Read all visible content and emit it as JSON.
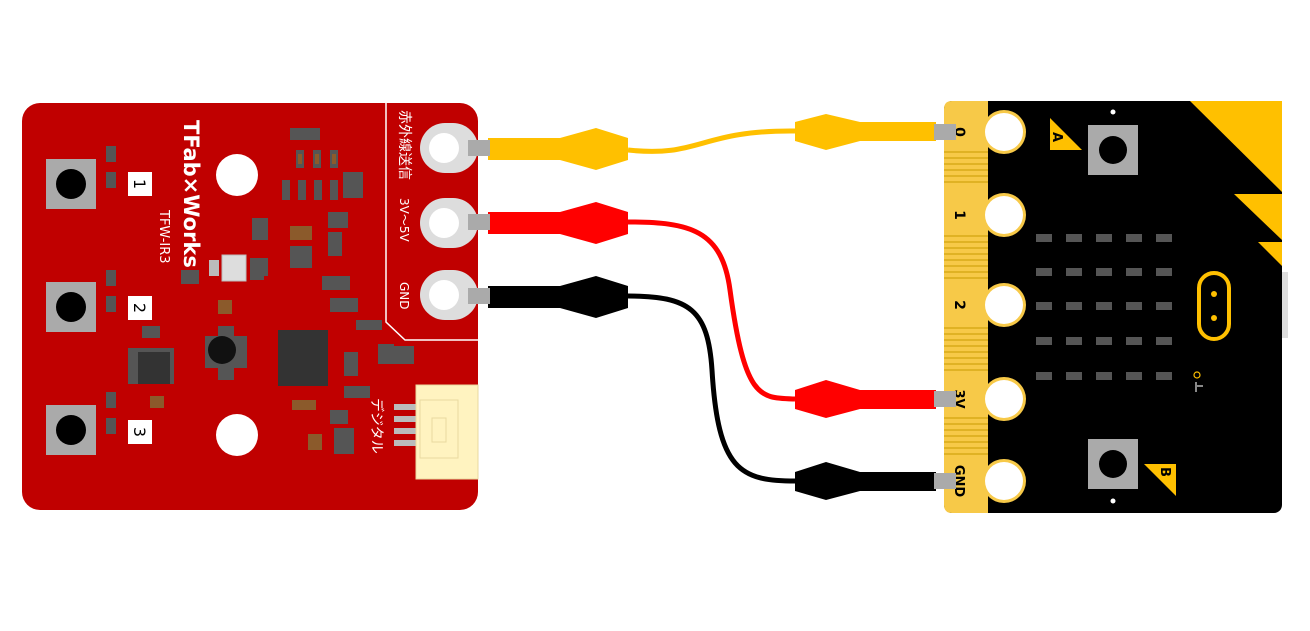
{
  "ir_board": {
    "brand": "TFab×Works",
    "model": "TFW-IR3",
    "header_label": "赤外線送信",
    "voltage_label": "3V〜5V",
    "gnd_label": "GND",
    "digital_label": "デジタル",
    "led_numbers": [
      "1",
      "2",
      "3"
    ],
    "board_color": "#c00000"
  },
  "microbit": {
    "pins": [
      "0",
      "1",
      "2",
      "3V",
      "GND"
    ],
    "buttons": [
      "A",
      "B"
    ],
    "edge_color": "#f7c948",
    "body_color": "#000000"
  },
  "wires": [
    {
      "from": "ir-signal",
      "to": "pin-0",
      "color": "#ffc000"
    },
    {
      "from": "ir-vcc",
      "to": "pin-3v",
      "color": "#ff0000"
    },
    {
      "from": "ir-gnd",
      "to": "pin-gnd",
      "color": "#000000"
    }
  ]
}
